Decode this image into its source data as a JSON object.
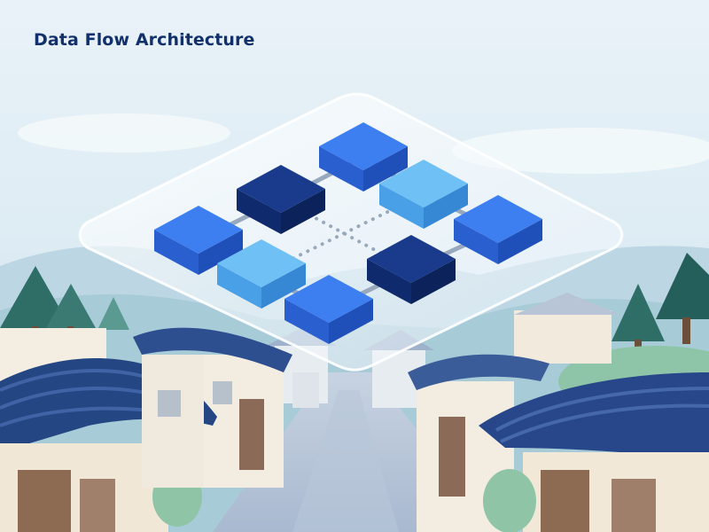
{
  "title": "Data Flow Architecture",
  "colors": {
    "sky_top": "#e8f1f7",
    "sky_bottom": "#d3e6f0",
    "title": "#12306a",
    "block_blue": "#2f6ee6",
    "block_navy": "#11307a",
    "block_light": "#5ab2f0",
    "roof": "#3a5a9a",
    "tree": "#2d6b66"
  },
  "diagram": {
    "platform": "glass-panel",
    "blocks": [
      {
        "id": "top",
        "tone": "blue"
      },
      {
        "id": "upper-left",
        "tone": "navy"
      },
      {
        "id": "upper-right",
        "tone": "light"
      },
      {
        "id": "left",
        "tone": "blue"
      },
      {
        "id": "right",
        "tone": "blue"
      },
      {
        "id": "center-left",
        "tone": "light"
      },
      {
        "id": "center-right",
        "tone": "navy"
      },
      {
        "id": "bottom",
        "tone": "blue"
      }
    ],
    "connections": [
      {
        "from": "upper-left",
        "to": "top",
        "style": "solid"
      },
      {
        "from": "top",
        "to": "upper-right",
        "style": "solid"
      },
      {
        "from": "upper-right",
        "to": "right",
        "style": "solid"
      },
      {
        "from": "left",
        "to": "upper-left",
        "style": "solid"
      },
      {
        "from": "center-left",
        "to": "bottom",
        "style": "solid"
      },
      {
        "from": "bottom",
        "to": "center-right",
        "style": "solid"
      },
      {
        "from": "center-right",
        "to": "right",
        "style": "solid"
      },
      {
        "from": "upper-left",
        "to": "center-right",
        "style": "dotted"
      },
      {
        "from": "upper-right",
        "to": "center-left",
        "style": "dotted"
      }
    ]
  },
  "scene": {
    "background": "hanok-village-street",
    "icons": [
      "pine-tree-icon",
      "hanok-roof-icon"
    ]
  }
}
